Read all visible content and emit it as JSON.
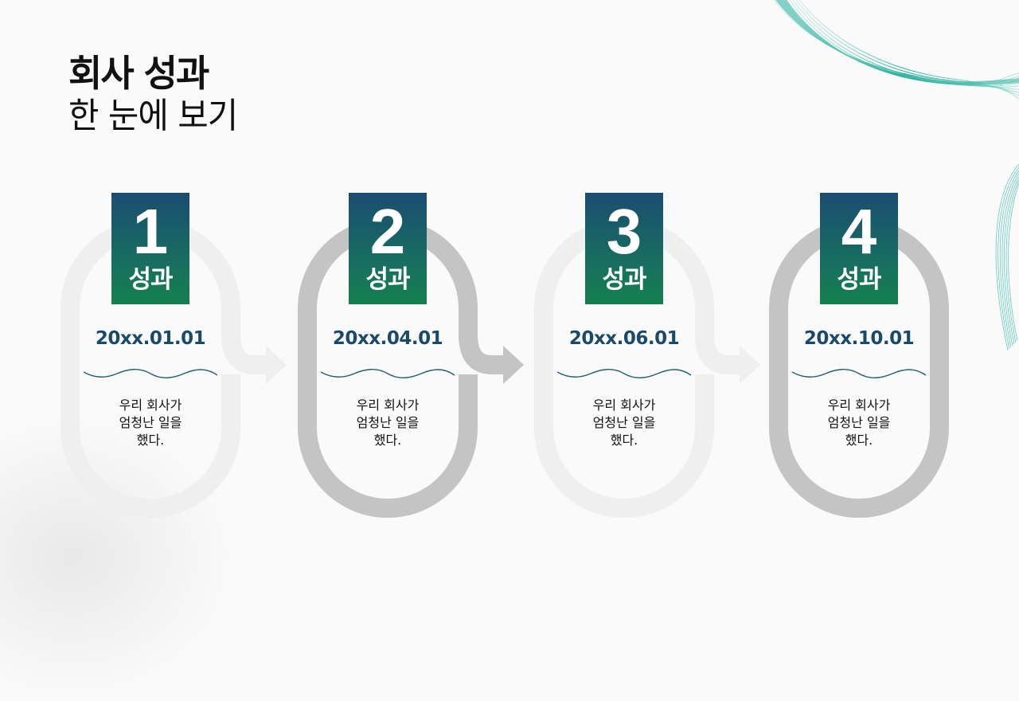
{
  "title": {
    "main": "회사 성과",
    "sub": "한 눈에 보기"
  },
  "colors": {
    "badge_top": "#1a4d70",
    "badge_bottom": "#15804f",
    "date_text": "#1b4a68",
    "loop_light": "#efefef",
    "loop_dark": "#c4c4c4",
    "accent_wave": "#2fb3a0"
  },
  "steps": [
    {
      "number": "1",
      "label": "성과",
      "date": "20xx.01.01",
      "desc_lines": [
        "우리 회사가",
        "엄청난 일을",
        "했다."
      ],
      "loop_tone": "light",
      "has_arrow": true
    },
    {
      "number": "2",
      "label": "성과",
      "date": "20xx.04.01",
      "desc_lines": [
        "우리 회사가",
        "엄청난 일을",
        "했다."
      ],
      "loop_tone": "dark",
      "has_arrow": true
    },
    {
      "number": "3",
      "label": "성과",
      "date": "20xx.06.01",
      "desc_lines": [
        "우리 회사가",
        "엄청난 일을",
        "했다."
      ],
      "loop_tone": "light",
      "has_arrow": true
    },
    {
      "number": "4",
      "label": "성과",
      "date": "20xx.10.01",
      "desc_lines": [
        "우리 회사가",
        "엄청난 일을",
        "했다."
      ],
      "loop_tone": "dark",
      "has_arrow": false
    }
  ],
  "icons": {
    "arrow": "arrow-right-icon",
    "wave": "wavy-line-icon"
  }
}
